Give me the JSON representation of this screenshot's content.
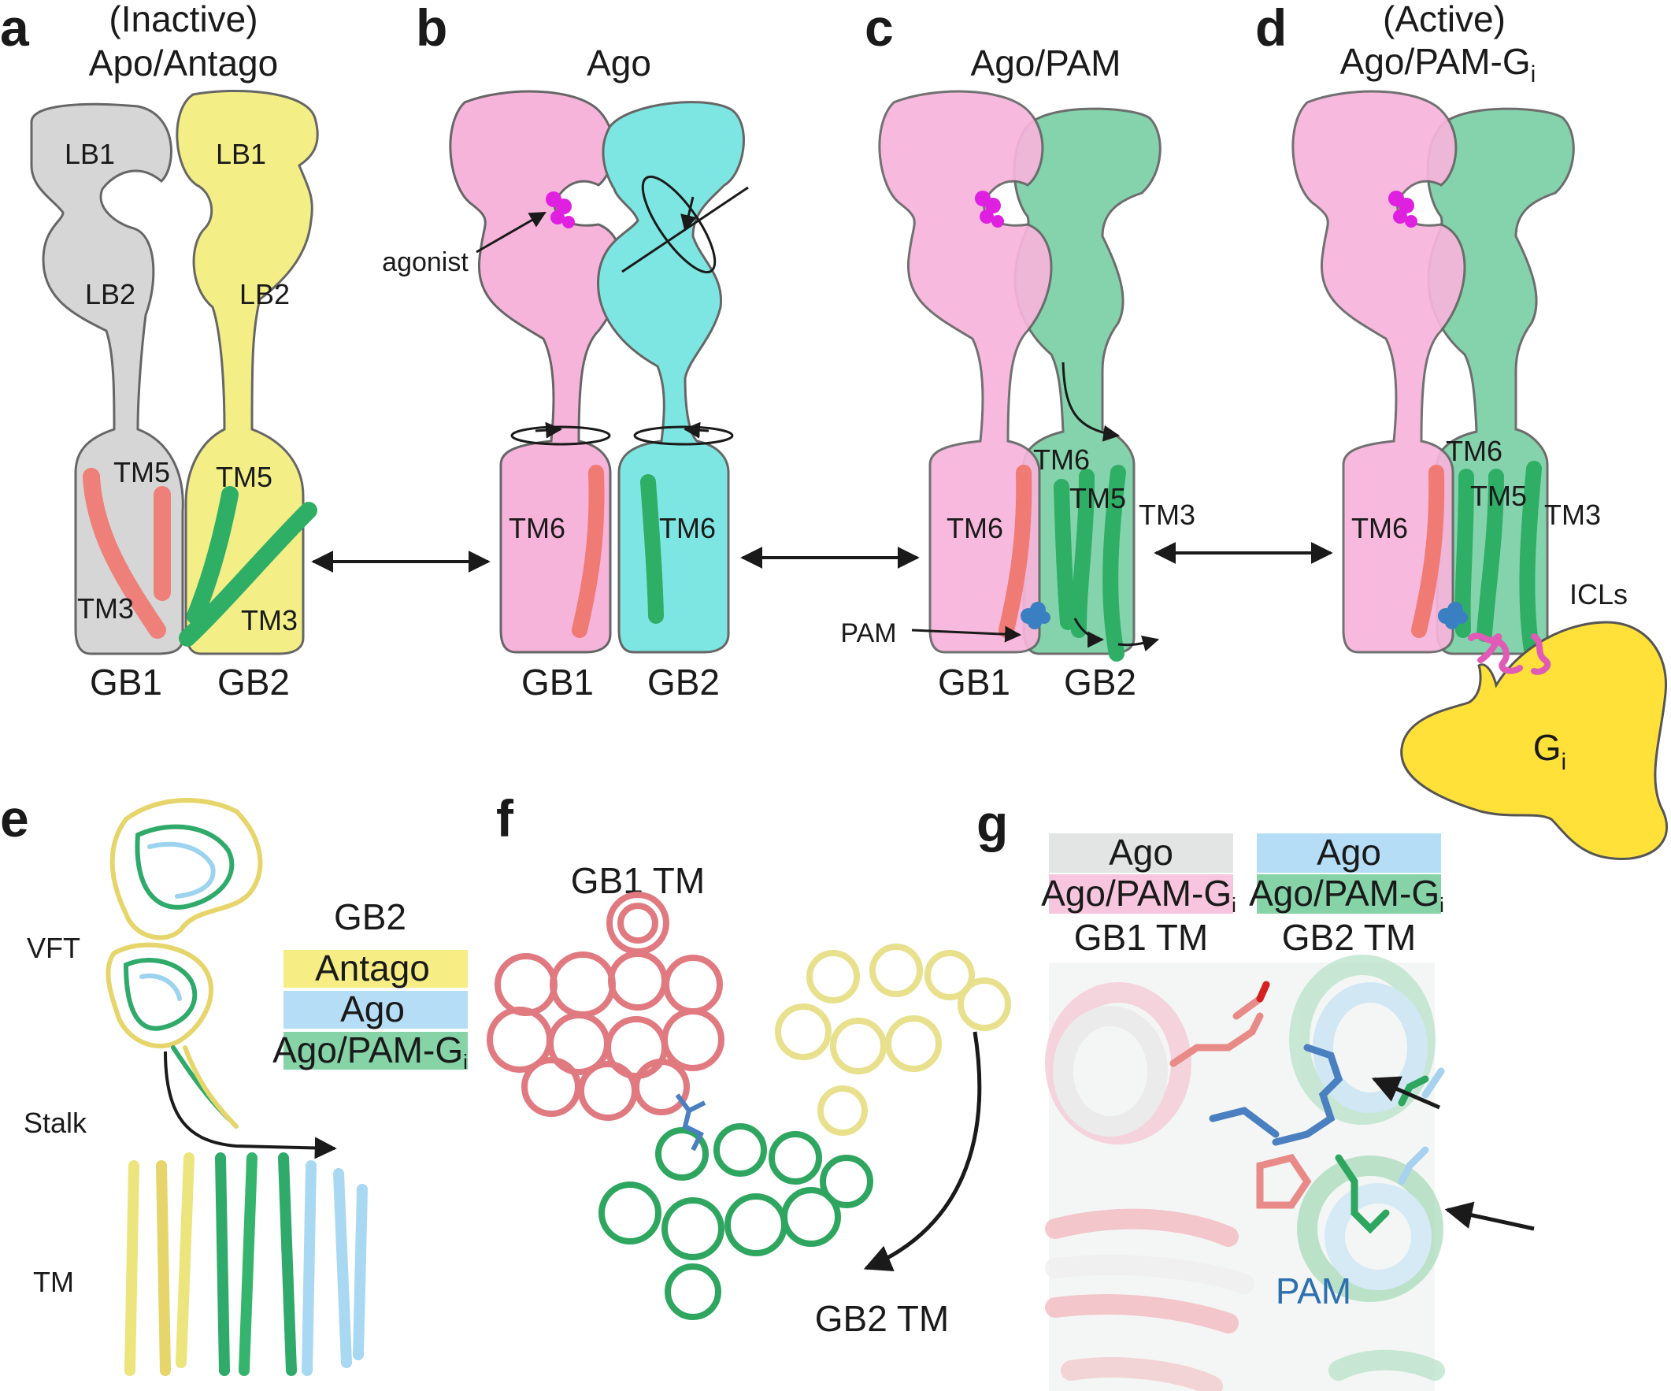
{
  "colors": {
    "gb1_inactive": "#d6d6d6",
    "gb2_inactive": "#f3ef86",
    "gb1_active": "#f7b4db",
    "gb2_ago": "#7ee6e2",
    "gb2_active": "#7fd1a8",
    "tm_red": "#f07a74",
    "tm_green": "#2fae66",
    "agonist": "#e020e0",
    "pam": "#3a7fc1",
    "icl": "#e05bb5",
    "gi": "#ffe13a",
    "legend_antago": "#f6ee84",
    "legend_ago_blue": "#b5ddf5",
    "legend_active_green": "#86d3a7",
    "legend_ago_grey": "#e3e5e4",
    "legend_active_pink": "#f7c6de"
  },
  "panels": {
    "a": {
      "label": "a",
      "title_line1": "(Inactive)",
      "title_line2": "Apo/Antago",
      "gb1": "GB1",
      "gb2": "GB2",
      "lb1_left": "LB1",
      "lb1_right": "LB1",
      "lb2_left": "LB2",
      "lb2_right": "LB2",
      "tm5_left": "TM5",
      "tm3_left": "TM3",
      "tm5_right": "TM5",
      "tm3_right": "TM3"
    },
    "b": {
      "label": "b",
      "title": "Ago",
      "agonist": "agonist",
      "tm6_left": "TM6",
      "tm6_right": "TM6",
      "gb1": "GB1",
      "gb2": "GB2"
    },
    "c": {
      "label": "c",
      "title": "Ago/PAM",
      "tm6_top": "TM6",
      "tm5": "TM5",
      "tm3": "TM3",
      "tm6_gb1": "TM6",
      "pam": "PAM",
      "gb1": "GB1",
      "gb2": "GB2"
    },
    "d": {
      "label": "d",
      "title_line1": "(Active)",
      "title_line2_main": "Ago/PAM-G",
      "title_line2_sub": "i",
      "tm6_top": "TM6",
      "tm5": "TM5",
      "tm3": "TM3",
      "tm6_gb1": "TM6",
      "icls": "ICLs",
      "gi_main": "G",
      "gi_sub": "i"
    },
    "e": {
      "label": "e",
      "vft": "VFT",
      "stalk": "Stalk",
      "tm": "TM",
      "legend_title": "GB2",
      "legend": [
        "Antago",
        "Ago",
        "Ago/PAM-G"
      ],
      "legend_sub": "i"
    },
    "f": {
      "label": "f",
      "gb1_tm": "GB1 TM",
      "gb2_tm": "GB2 TM"
    },
    "g": {
      "label": "g",
      "legend_left": [
        "Ago",
        "Ago/PAM-G"
      ],
      "legend_right": [
        "Ago",
        "Ago/PAM-G"
      ],
      "legend_sub": "i",
      "gb1_tm": "GB1 TM",
      "gb2_tm": "GB2 TM",
      "pam": "PAM"
    }
  }
}
